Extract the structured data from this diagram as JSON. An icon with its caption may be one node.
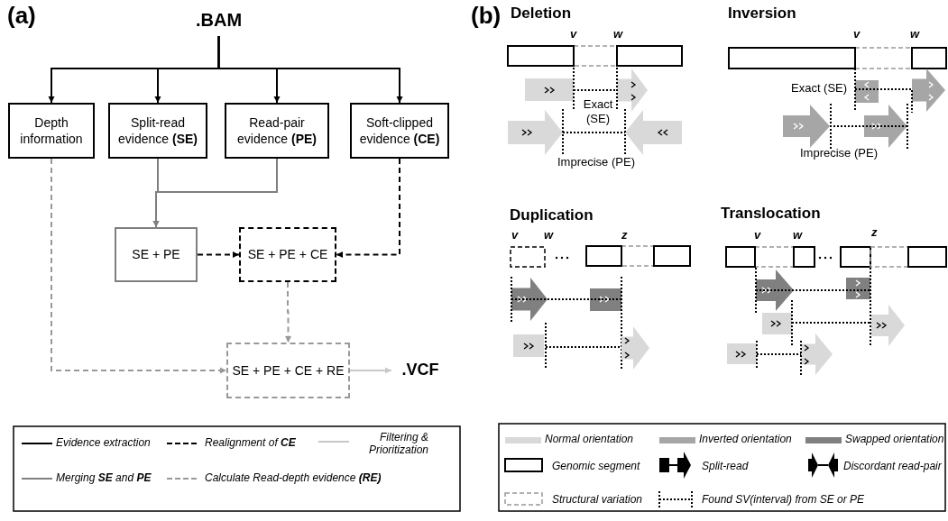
{
  "diagram": {
    "nodes": [
      {
        "text": [
          ".BAM"
        ]
      },
      {
        "text": [
          "Depth information"
        ]
      },
      {
        "text": [
          "Split-read evidence **(SE)**"
        ]
      },
      {
        "text": [
          "Read-pair evidence **(PE)**"
        ]
      },
      {
        "text": [
          "Soft-clipped evidence **(CE)**"
        ]
      },
      {
        "text": [
          "SE + PE"
        ]
      },
      {
        "text": [
          "SE + PE + CE"
        ]
      },
      {
        "text": [
          "SE + PE + CE + RE"
        ]
      },
      {
        "text": [
          ".VCF"
        ]
      }
    ],
    "edges": [
      {
        "from": 0,
        "to": 1,
        "arrow": "to"
      },
      {
        "from": 0,
        "to": 2,
        "arrow": "to"
      },
      {
        "from": 0,
        "to": 3,
        "arrow": "to"
      },
      {
        "from": 0,
        "to": 4,
        "arrow": "to"
      },
      {
        "from": 2,
        "to": 5,
        "arrow": "to",
        "color": "#7f7f7f"
      },
      {
        "from": 3,
        "to": 5,
        "arrow": "to",
        "color": "#7f7f7f"
      },
      {
        "from": 5,
        "to": 6,
        "arrow": "to",
        "style": "dashed"
      },
      {
        "from": 4,
        "to": 6,
        "arrow": "to",
        "style": "dashed"
      },
      {
        "from": 6,
        "to": 7,
        "arrow": "to",
        "style": "dashed",
        "color": "#999999"
      },
      {
        "from": 1,
        "to": 7,
        "arrow": "to",
        "style": "dashed",
        "color": "#999999"
      },
      {
        "from": 7,
        "to": 8,
        "arrow": "to",
        "color": "#c8c8c8"
      }
    ],
    "labels": [
      "(a)",
      "(b)",
      "Deletion",
      "v",
      "w",
      "Exact (SE)",
      "Imprecise (PE)",
      "Inversion",
      "v",
      "w",
      "Exact (SE)",
      "Imprecise (PE)",
      "Duplication",
      "v",
      "w",
      "z",
      "Translocation",
      "v",
      "w",
      "z"
    ],
    "legend": [
      {
        "text": "Evidence extraction"
      },
      {
        "text": "Realignment of **CE**"
      },
      {
        "text": "Filtering & Prioritization"
      },
      {
        "text": "Merging **SE** and **PE**"
      },
      {
        "text": "Calculate Read-depth evidence **(RE)**"
      },
      {
        "text": "Normal orientation",
        "color": "#d9d9d9"
      },
      {
        "text": "Inverted orientation",
        "color": "#a6a6a6"
      },
      {
        "text": "Swapped orientation",
        "color": "#808080"
      },
      {
        "text": "Genomic segment"
      },
      {
        "text": "Split-read"
      },
      {
        "text": "Discordant read-pair"
      },
      {
        "text": "Structural variation"
      },
      {
        "text": "Found SV(interval) from SE or PE"
      }
    ]
  }
}
